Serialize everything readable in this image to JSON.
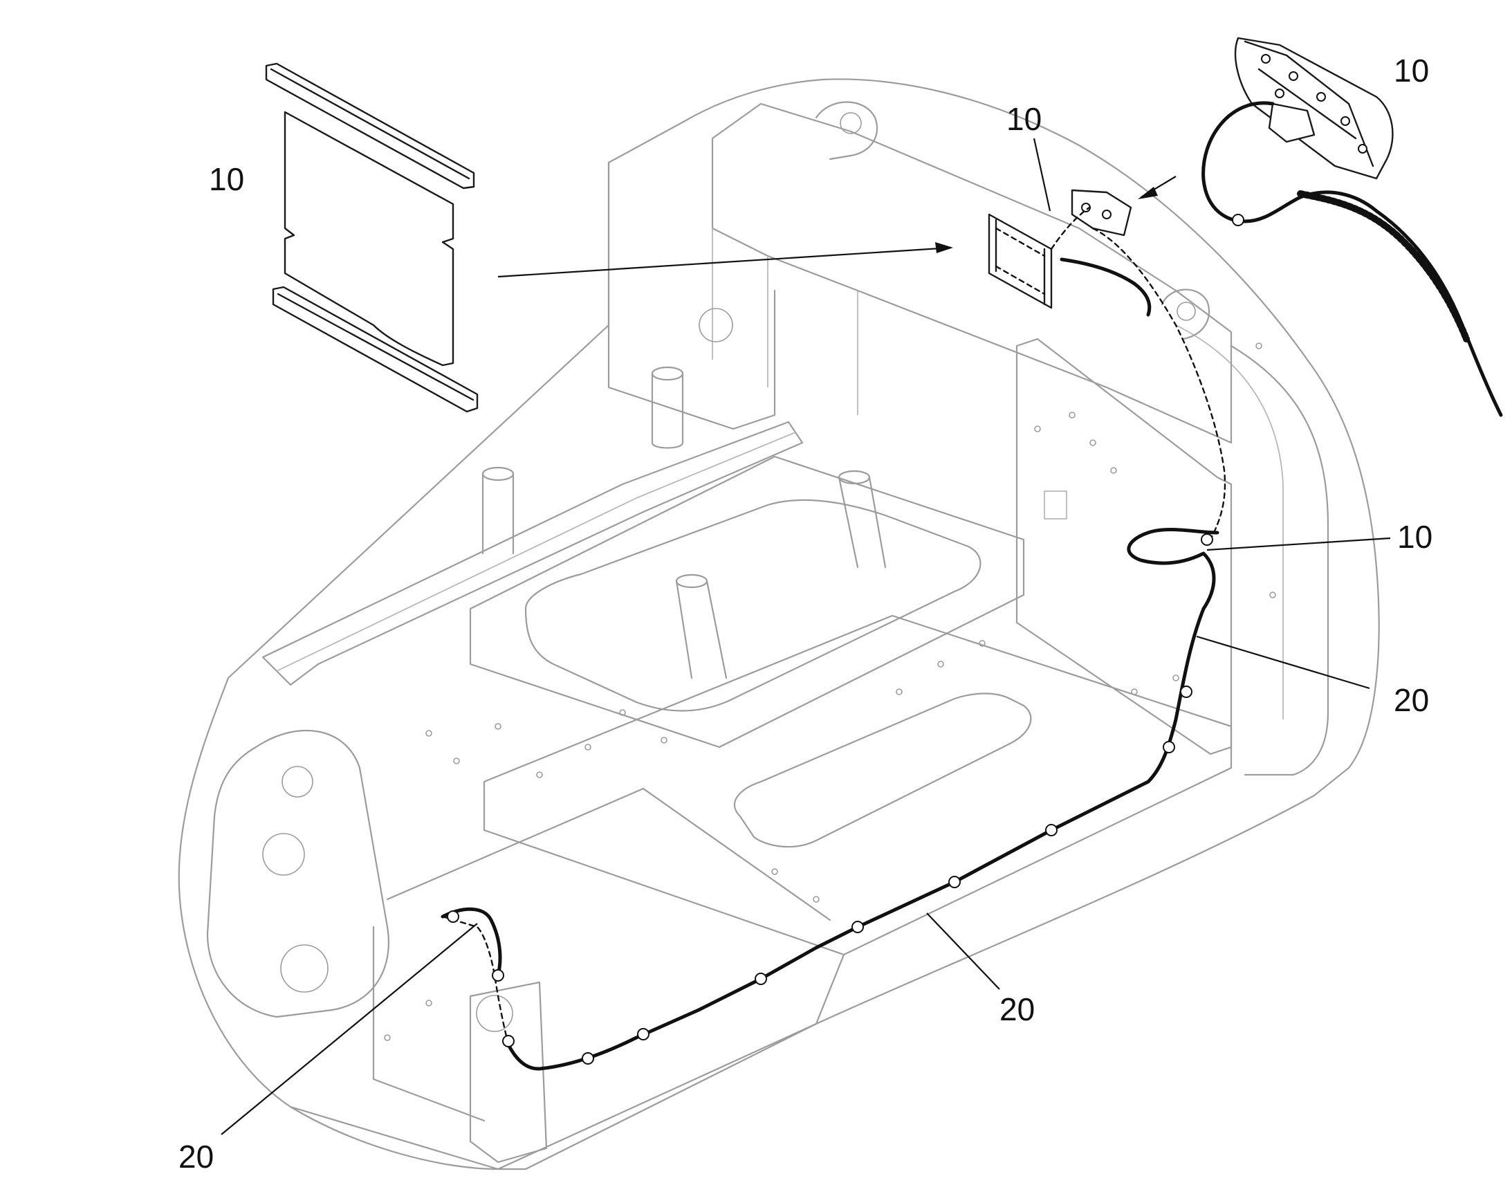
{
  "diagram": {
    "callouts": [
      {
        "id": "gasket-kit",
        "label": "10"
      },
      {
        "id": "bracket",
        "label": "10"
      },
      {
        "id": "detail-lamp",
        "label": "10"
      },
      {
        "id": "harness-upper",
        "label": "10"
      },
      {
        "id": "harness-right",
        "label": "20"
      },
      {
        "id": "harness-floor",
        "label": "20"
      },
      {
        "id": "harness-front",
        "label": "20"
      }
    ],
    "colors": {
      "frame_line": "#9c9c9c",
      "part_line": "#1a1a1a",
      "harness": "#111111",
      "background": "#ffffff"
    }
  }
}
